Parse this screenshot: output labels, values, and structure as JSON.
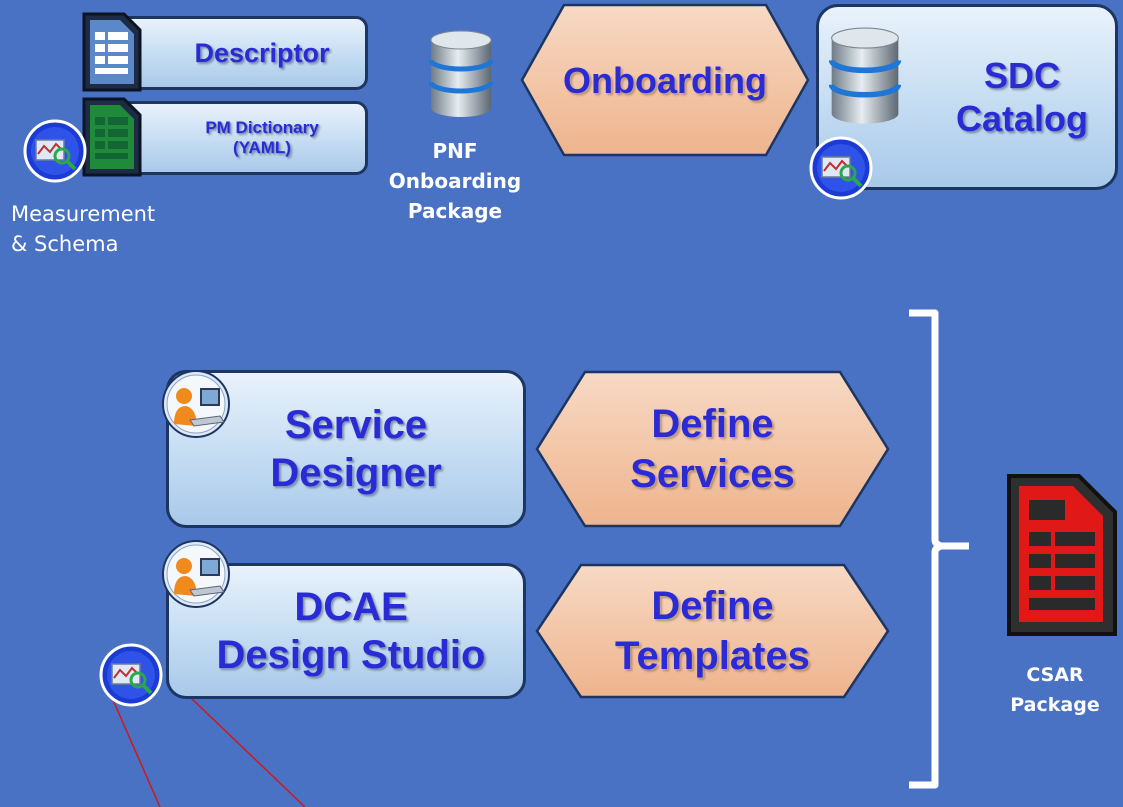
{
  "descriptor": {
    "label": "Descriptor"
  },
  "pm_dictionary": {
    "line1": "PM Dictionary",
    "line2": "(YAML)"
  },
  "measurement": {
    "line1": "Measurement",
    "line2": "& Schema"
  },
  "pnf_package": {
    "line1": "PNF",
    "line2": "Onboarding",
    "line3": "Package"
  },
  "onboarding": {
    "label": "Onboarding"
  },
  "sdc_catalog": {
    "line1": "SDC",
    "line2": "Catalog"
  },
  "service_designer": {
    "line1": "Service",
    "line2": "Designer"
  },
  "define_services": {
    "line1": "Define",
    "line2": "Services"
  },
  "dcae_studio": {
    "line1": "DCAE",
    "line2": "Design Studio"
  },
  "define_templates": {
    "line1": "Define",
    "line2": "Templates"
  },
  "csar_package": {
    "line1": "CSAR",
    "line2": "Package"
  },
  "colors": {
    "background": "#4a72c4",
    "box_text": "#2b2bd6",
    "hex_fill": "#f3c4a3",
    "box_border": "#1c3561",
    "csar_red": "#e01818",
    "doc_blue": "#5b88c8",
    "doc_green": "#1f8a3a",
    "connector": "#d01818"
  },
  "icons": [
    "document-icon",
    "yaml-document-icon",
    "measurement-badge-icon",
    "database-icon",
    "designer-person-icon",
    "csar-document-icon"
  ]
}
